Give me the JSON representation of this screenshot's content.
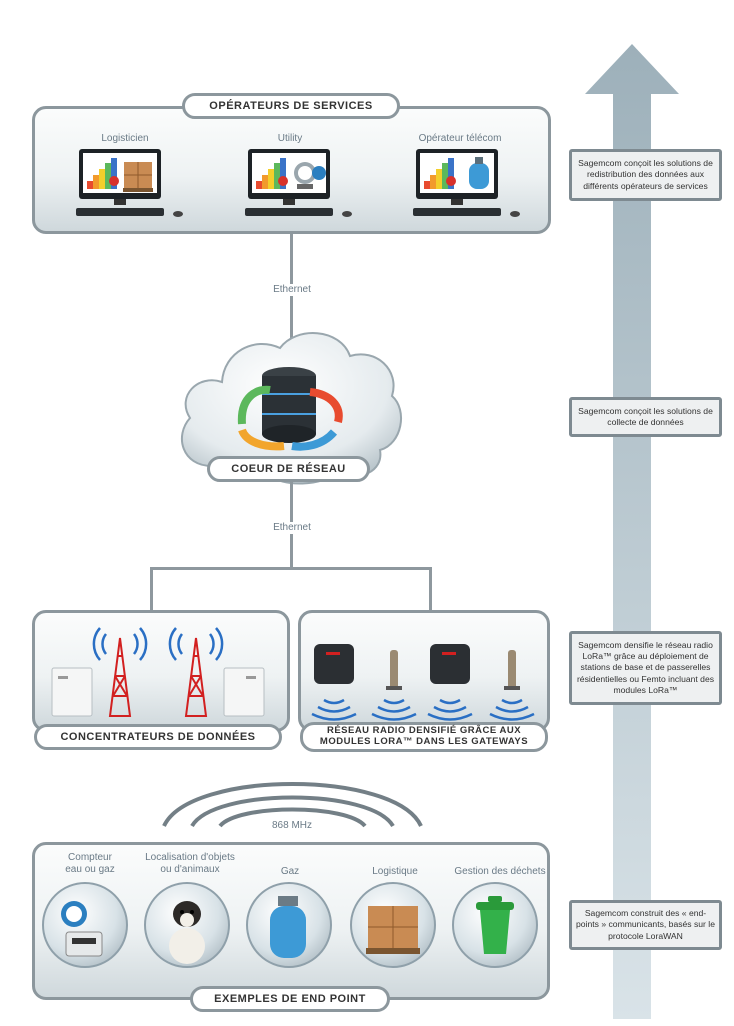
{
  "top_panel": {
    "title": "OPÉRATEURS DE SERVICES",
    "stations": [
      {
        "label": "Logisticien",
        "icon": "pallet-boxes-icon"
      },
      {
        "label": "Utility",
        "icon": "water-meter-icon"
      },
      {
        "label": "Opérateur télécom",
        "icon": "gas-bottle-icon"
      }
    ]
  },
  "links": {
    "top": "Ethernet",
    "middle": "Ethernet",
    "radio": "868 MHz"
  },
  "core": {
    "title": "COEUR DE RÉSEAU",
    "icon": "database-icon"
  },
  "concentrators": {
    "title": "CONCENTRATEURS DE DONNÉES"
  },
  "gateways": {
    "title_line1": "RÉSEAU RADIO DENSIFIÉ GRÂCE AUX",
    "title_line2": "MODULES LORA™ DANS LES GATEWAYS"
  },
  "endpoints": {
    "title": "EXEMPLES DE END POINT",
    "items": [
      {
        "label": "Compteur\neau ou gaz",
        "icon": "meter-icon"
      },
      {
        "label": "Localisation d'objets\nou d'animaux",
        "icon": "dog-icon"
      },
      {
        "label": "Gaz",
        "icon": "gas-bottle-icon"
      },
      {
        "label": "Logistique",
        "icon": "pallet-boxes-icon"
      },
      {
        "label": "Gestion des déchets",
        "icon": "trash-bin-icon"
      }
    ]
  },
  "side_notes": [
    "Sagemcom conçoit les solutions de redistribution des données aux différents opérateurs de services",
    "Sagemcom conçoit les solutions de collecte de données",
    "Sagemcom densifie le réseau radio LoRa™ grâce au déploiement de stations de base et de passerelles résidentielles ou Femto incluant des modules LoRa™",
    "Sagemcom construit des « end-points » communicants, basés sur le protocole LoraWAN"
  ],
  "colors": {
    "frame": "#8c979d",
    "arrow": "#b9c8d0",
    "radio_wave": "#2a6fc4",
    "tower": "#d22020"
  }
}
